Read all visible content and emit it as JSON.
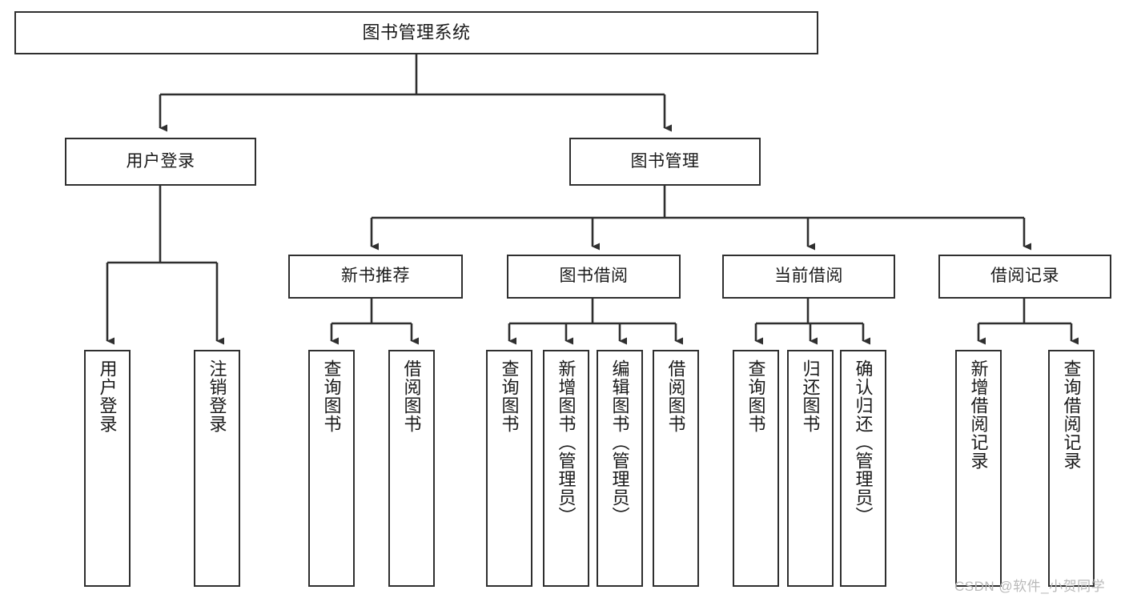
{
  "diagram": {
    "type": "tree-hierarchy-chart",
    "title": "图书管理系统",
    "colors": {
      "box_border": "#2f2f2f",
      "box_fill": "#ffffff",
      "connector": "#2f2f2f",
      "text": "#1a1a1a",
      "watermark": "#b9b9b9",
      "background": "#ffffff"
    },
    "watermark": "CSDN @软件_小贺同学",
    "root": {
      "label": "图书管理系统"
    },
    "level2": [
      {
        "label": "用户登录"
      },
      {
        "label": "图书管理"
      }
    ],
    "level3": [
      {
        "label": "新书推荐"
      },
      {
        "label": "图书借阅"
      },
      {
        "label": "当前借阅"
      },
      {
        "label": "借阅记录"
      }
    ],
    "leaves": {
      "user_login": [
        {
          "label": "用户登录"
        },
        {
          "label": "注销登录"
        }
      ],
      "new_book_recommend": [
        {
          "label": "查询图书"
        },
        {
          "label": "借阅图书"
        }
      ],
      "book_borrow": [
        {
          "label": "查询图书"
        },
        {
          "label": "新增图书（管理员）"
        },
        {
          "label": "编辑图书（管理员）"
        },
        {
          "label": "借阅图书"
        }
      ],
      "current_borrow": [
        {
          "label": "查询图书"
        },
        {
          "label": "归还图书"
        },
        {
          "label": "确认归还（管理员）"
        }
      ],
      "borrow_record": [
        {
          "label": "新增借阅记录"
        },
        {
          "label": "查询借阅记录"
        }
      ]
    }
  }
}
